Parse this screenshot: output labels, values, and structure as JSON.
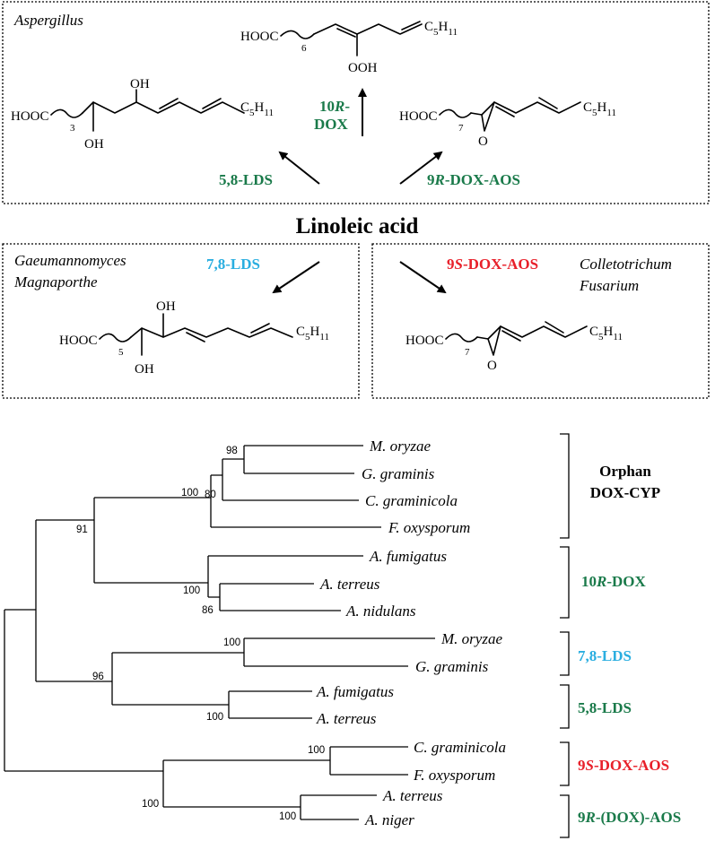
{
  "colors": {
    "green": "#1a7a4a",
    "blue": "#2aaee0",
    "red": "#e8202a",
    "black": "#000000"
  },
  "reactions": {
    "center_label": "Linoleic acid",
    "aspergillus_box": {
      "organism": "Aspergillus",
      "enzyme_10r_dox_line1_prefix": "10",
      "enzyme_10r_dox_line1_italic": "R",
      "enzyme_10r_dox_line1_suffix": "-",
      "enzyme_10r_dox_line2": "DOX",
      "enzyme_58_lds": "5,8-LDS",
      "enzyme_9r_prefix": "9",
      "enzyme_9r_italic": "R",
      "enzyme_9r_suffix": "-DOX-AOS",
      "chem": {
        "hooc": "HOOC",
        "sub6": "6",
        "sub3": "3",
        "sub7": "7",
        "ooh": "OOH",
        "oh": "OH",
        "o": "O",
        "c5h11_c": "C",
        "c5h11_5": "5",
        "c5h11_h": "H",
        "c5h11_11": "11"
      }
    },
    "left_box": {
      "organism_line1": "Gaeumannomyces",
      "organism_line2": "Magnaporthe",
      "enzyme": "7,8-LDS",
      "chem_sub5": "5"
    },
    "right_box": {
      "organism_line1": "Colletotrichum",
      "organism_line2": "Fusarium",
      "enzyme_prefix": "9",
      "enzyme_italic": "S",
      "enzyme_suffix": "-DOX-AOS",
      "chem_sub7": "7"
    }
  },
  "tree": {
    "leaves": [
      "M. oryzae",
      "G. graminis",
      "C. graminicola",
      "F. oxysporum",
      "A. fumigatus",
      "A. terreus",
      "A. nidulans",
      "M. oryzae",
      "G. graminis",
      "A. fumigatus",
      "A. terreus",
      "C. graminicola",
      "F. oxysporum",
      "A. terreus",
      "A. niger"
    ],
    "bootstrap": [
      "98",
      "80",
      "100",
      "91",
      "100",
      "86",
      "100",
      "96",
      "100",
      "100",
      "100",
      "100"
    ],
    "clades": {
      "orphan_line1": "Orphan",
      "orphan_line2": "DOX-CYP",
      "dox10_prefix": "10",
      "dox10_italic": "R",
      "dox10_suffix": "-DOX",
      "lds78": "7,8-LDS",
      "lds58": "5,8-LDS",
      "aos9s_prefix": "9",
      "aos9s_italic": "S",
      "aos9s_suffix": "-DOX-AOS",
      "aos9r_prefix": "9",
      "aos9r_italic": "R",
      "aos9r_suffix": "-(DOX)-AOS"
    }
  }
}
